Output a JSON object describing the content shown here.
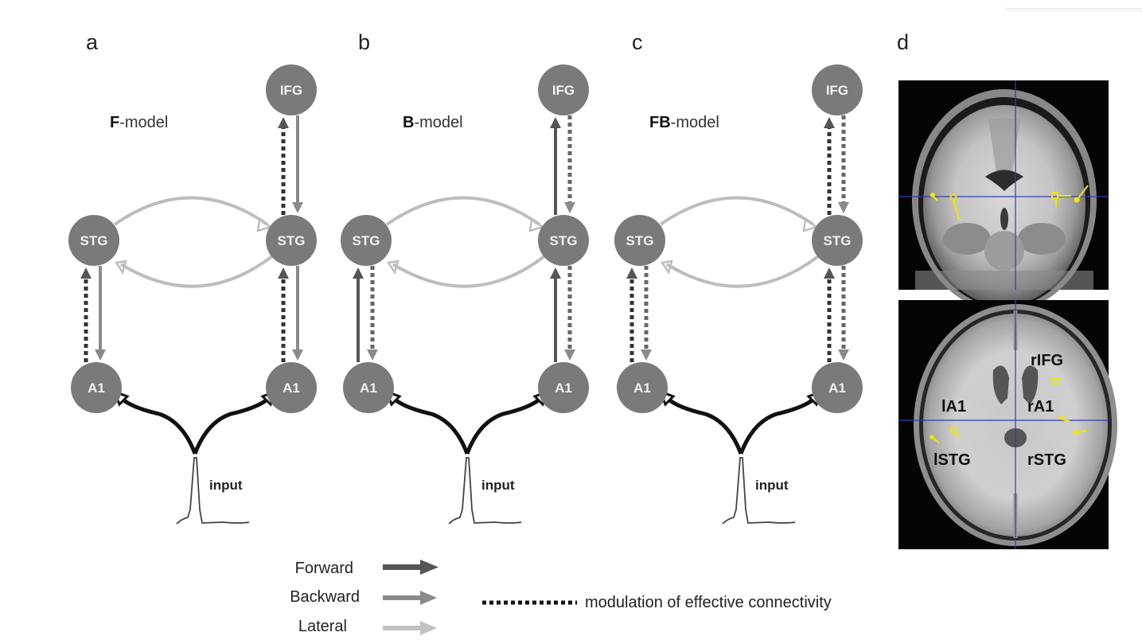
{
  "colors": {
    "node": "#7a7a7a",
    "forward": "#555555",
    "backward": "#8a8a8a",
    "lateral": "#bdbdbd",
    "modulation": "#333333",
    "input": "#111111",
    "roi_marker": "#f2e600",
    "crosshair": "#2b3fb0"
  },
  "panels": [
    {
      "letter": "a",
      "title_bold": "F",
      "title_rest": "-model",
      "nodes": {
        "ifg": "IFG",
        "stg_left": "STG",
        "stg_right": "STG",
        "a1_left": "A1",
        "a1_right": "A1"
      },
      "input_label": "input",
      "vertical_connections": {
        "forward_modulated": true,
        "backward_modulated": false
      }
    },
    {
      "letter": "b",
      "title_bold": "B",
      "title_rest": "-model",
      "nodes": {
        "ifg": "IFG",
        "stg_left": "STG",
        "stg_right": "STG",
        "a1_left": "A1",
        "a1_right": "A1"
      },
      "input_label": "input",
      "vertical_connections": {
        "forward_modulated": false,
        "backward_modulated": true
      }
    },
    {
      "letter": "c",
      "title_bold": "FB",
      "title_rest": "-model",
      "nodes": {
        "ifg": "IFG",
        "stg_left": "STG",
        "stg_right": "STG",
        "a1_left": "A1",
        "a1_right": "A1"
      },
      "input_label": "input",
      "vertical_connections": {
        "forward_modulated": true,
        "backward_modulated": true
      }
    }
  ],
  "brain_panel": {
    "letter": "d",
    "axial_labels": {
      "rifg": "rIFG",
      "la1": "lA1",
      "ra1": "rA1",
      "lstg": "lSTG",
      "rstg": "rSTG"
    }
  },
  "legend": {
    "forward": "Forward",
    "backward": "Backward",
    "lateral": "Lateral",
    "modulation": "modulation of effective connectivity"
  }
}
